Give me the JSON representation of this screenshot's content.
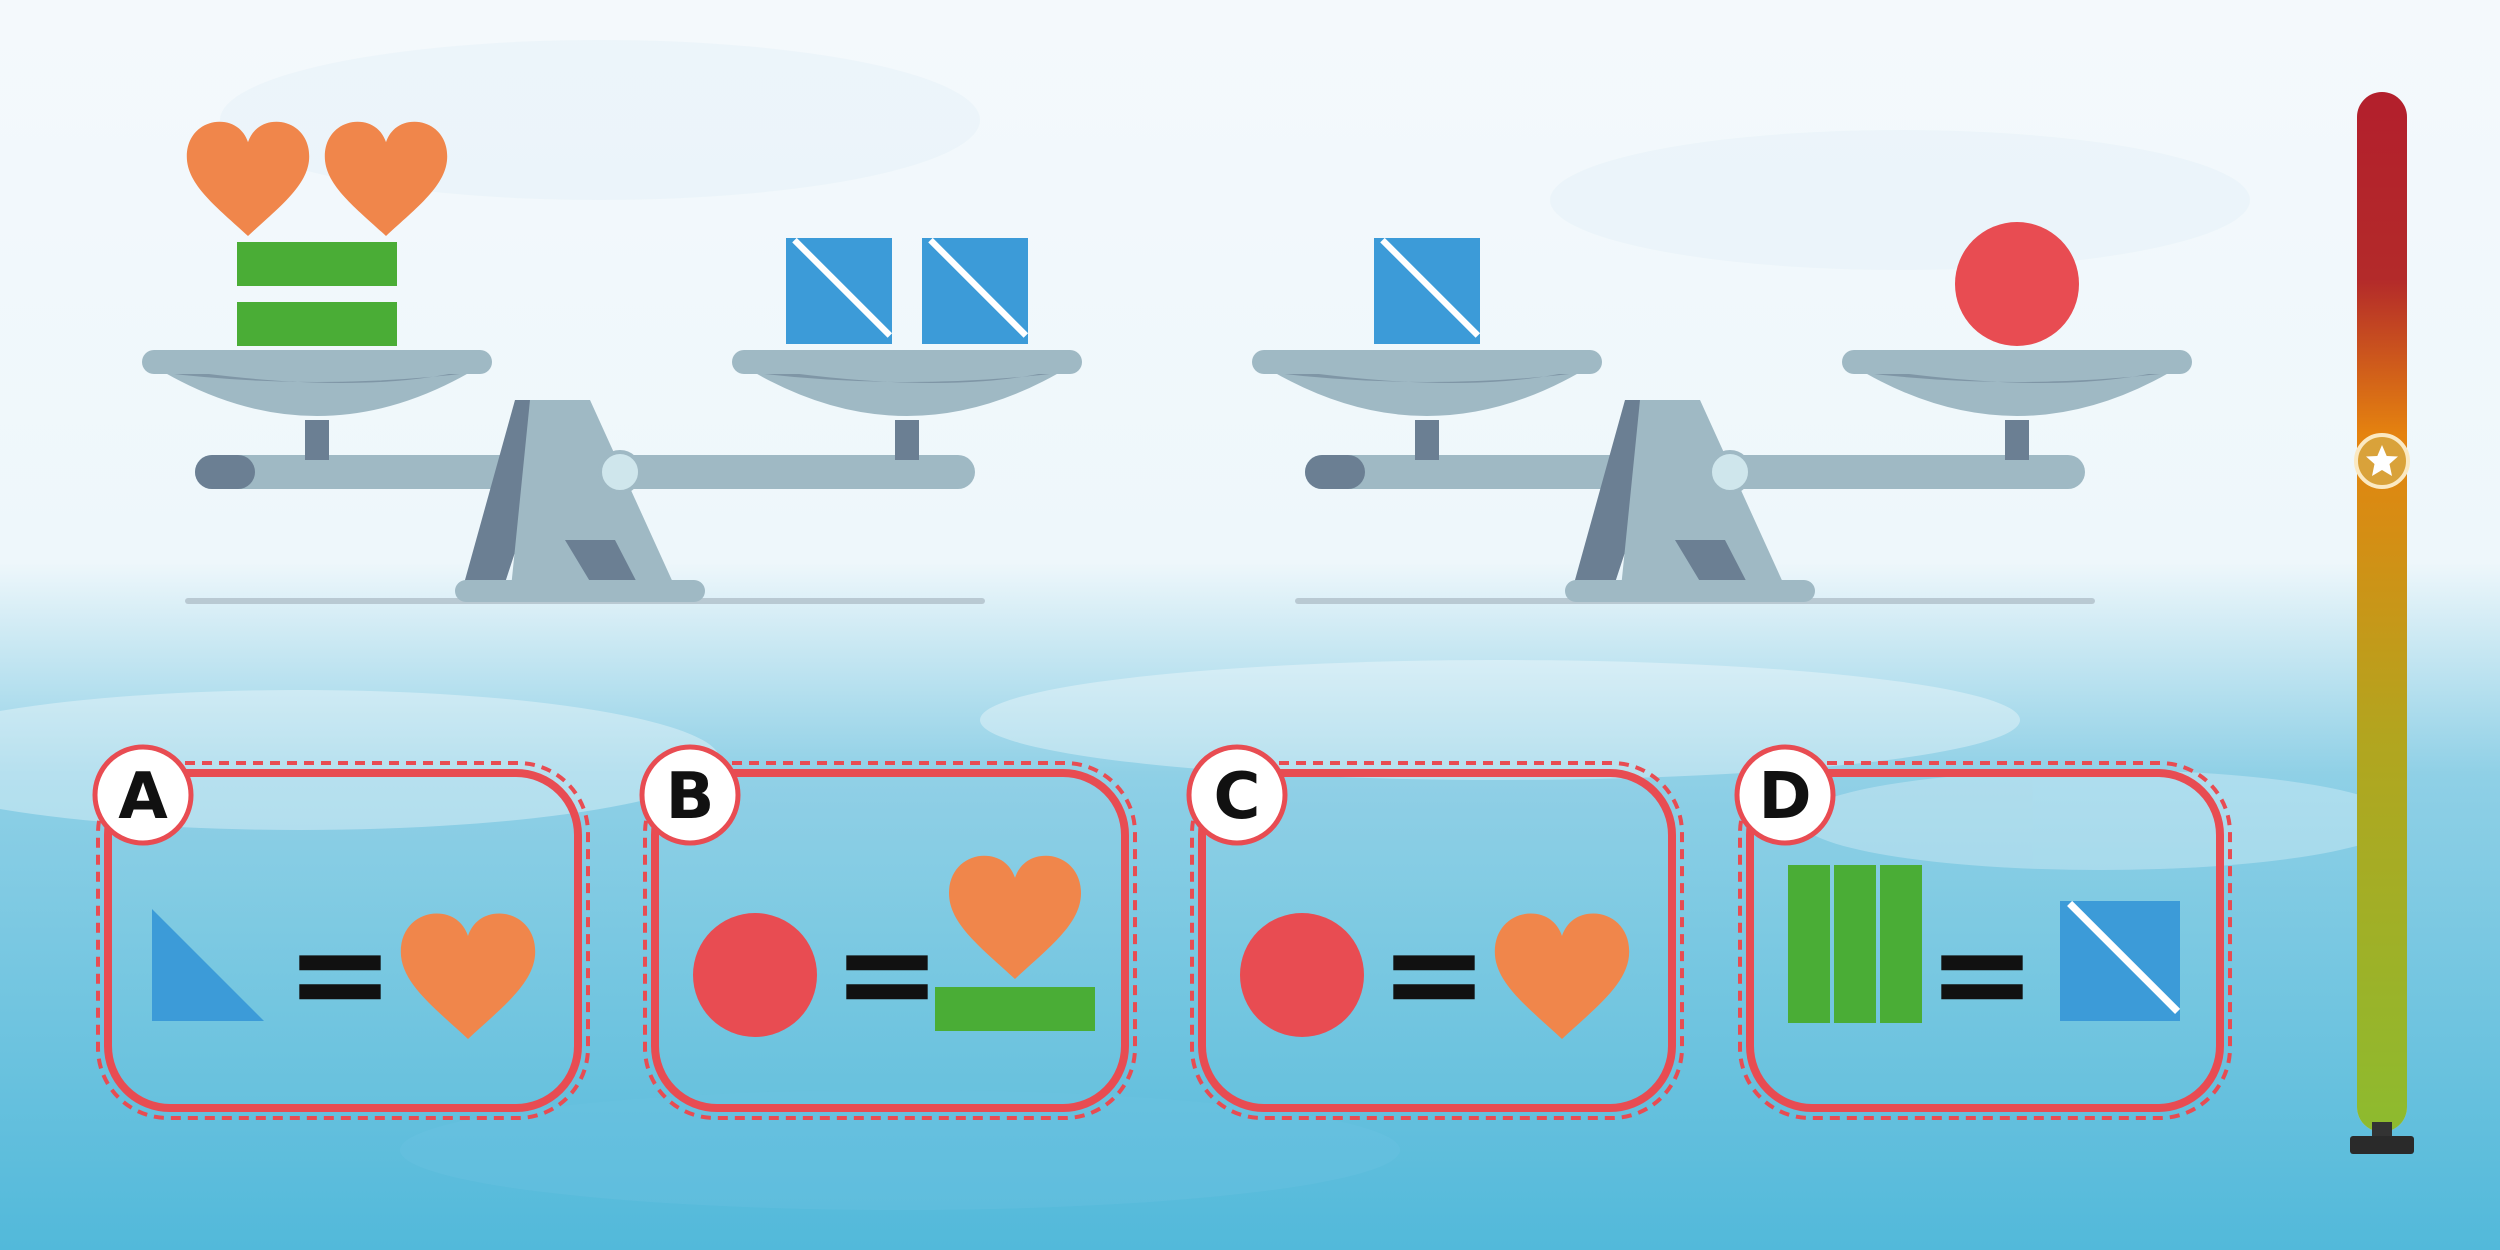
{
  "puzzle": {
    "scales": [
      {
        "id": "scale-1",
        "left_pan": [
          "heart",
          "heart",
          "bar-pair"
        ],
        "right_pan": [
          "split-square",
          "split-square"
        ]
      },
      {
        "id": "scale-2",
        "left_pan": [
          "split-square"
        ],
        "right_pan": [
          "circle"
        ]
      }
    ],
    "options": [
      {
        "label": "A",
        "left": [
          "triangle"
        ],
        "right": [
          "heart"
        ]
      },
      {
        "label": "B",
        "left": [
          "circle"
        ],
        "right": [
          "heart",
          "bar"
        ]
      },
      {
        "label": "C",
        "left": [
          "circle"
        ],
        "right": [
          "heart"
        ]
      },
      {
        "label": "D",
        "left": [
          "three-bars"
        ],
        "right": [
          "split-square"
        ]
      }
    ],
    "equals_symbol": "="
  },
  "timer": {
    "remaining_fraction": 0.65,
    "marker_icon": "star-icon",
    "gradient": [
      "#b31f2c",
      "#e5830f",
      "#8dbb2f"
    ]
  },
  "colors": {
    "heart": "#f0864b",
    "circle": "#e84c52",
    "square": "#3c9bd8",
    "bar": "#4aad36",
    "option_border": "#e84c52",
    "scale_light": "#9fb9c4",
    "scale_dark": "#6b7f93"
  }
}
